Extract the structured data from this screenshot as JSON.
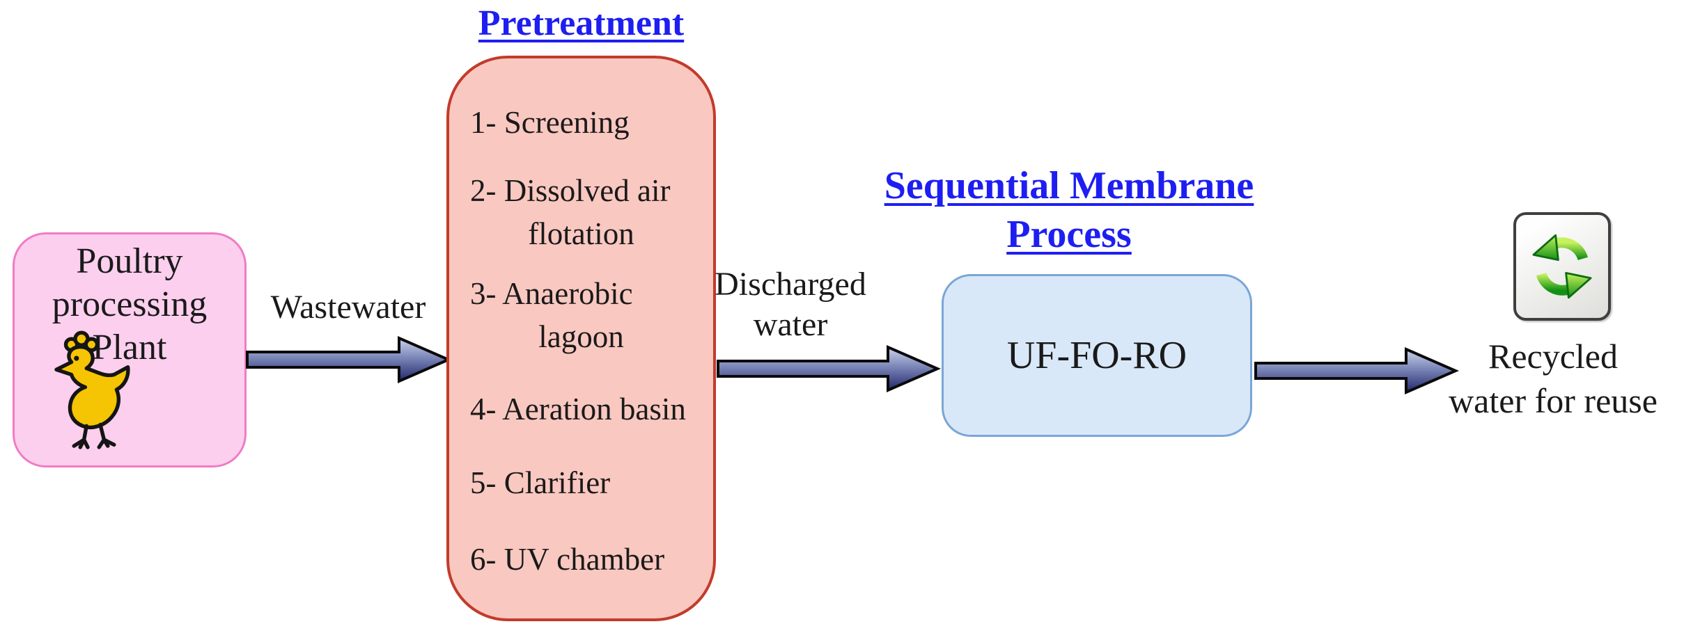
{
  "colors": {
    "heading_blue": "#1e1ef2",
    "poultry_box_fill": "#fccfee",
    "poultry_box_border": "#f07cc4",
    "pretreatment_fill": "#f9c8c0",
    "pretreatment_border": "#c23b2b",
    "membrane_fill": "#d9e8f8",
    "membrane_border": "#7aa6d5",
    "arrow_gradient_top": "#ccd3e9",
    "arrow_gradient_bottom": "#21276b",
    "chicken_yellow": "#f5c402",
    "recycle_green": "#17a017",
    "text": "#1a1a1a"
  },
  "poultry": {
    "line1": "Poultry",
    "line2": "processing",
    "line3": "Plant"
  },
  "flow_labels": {
    "wastewater": "Wastewater",
    "discharged_line1": "Discharged",
    "discharged_line2": "water",
    "recycled_line1": "Recycled",
    "recycled_line2": "water for reuse"
  },
  "pretreatment": {
    "title": "Pretreatment",
    "items": [
      {
        "line1": "1- Screening"
      },
      {
        "line1": "2- Dissolved air",
        "line2": "flotation"
      },
      {
        "line1": "3- Anaerobic",
        "line2": "lagoon"
      },
      {
        "line1": "4- Aeration basin"
      },
      {
        "line1": "5- Clarifier"
      },
      {
        "line1": "6- UV chamber"
      }
    ]
  },
  "membrane": {
    "title_line1": "Sequential Membrane",
    "title_line2": "Process",
    "box_label": "UF-FO-RO"
  },
  "icons": {
    "chicken": "chicken-icon",
    "recycle": "recycle-icon"
  }
}
